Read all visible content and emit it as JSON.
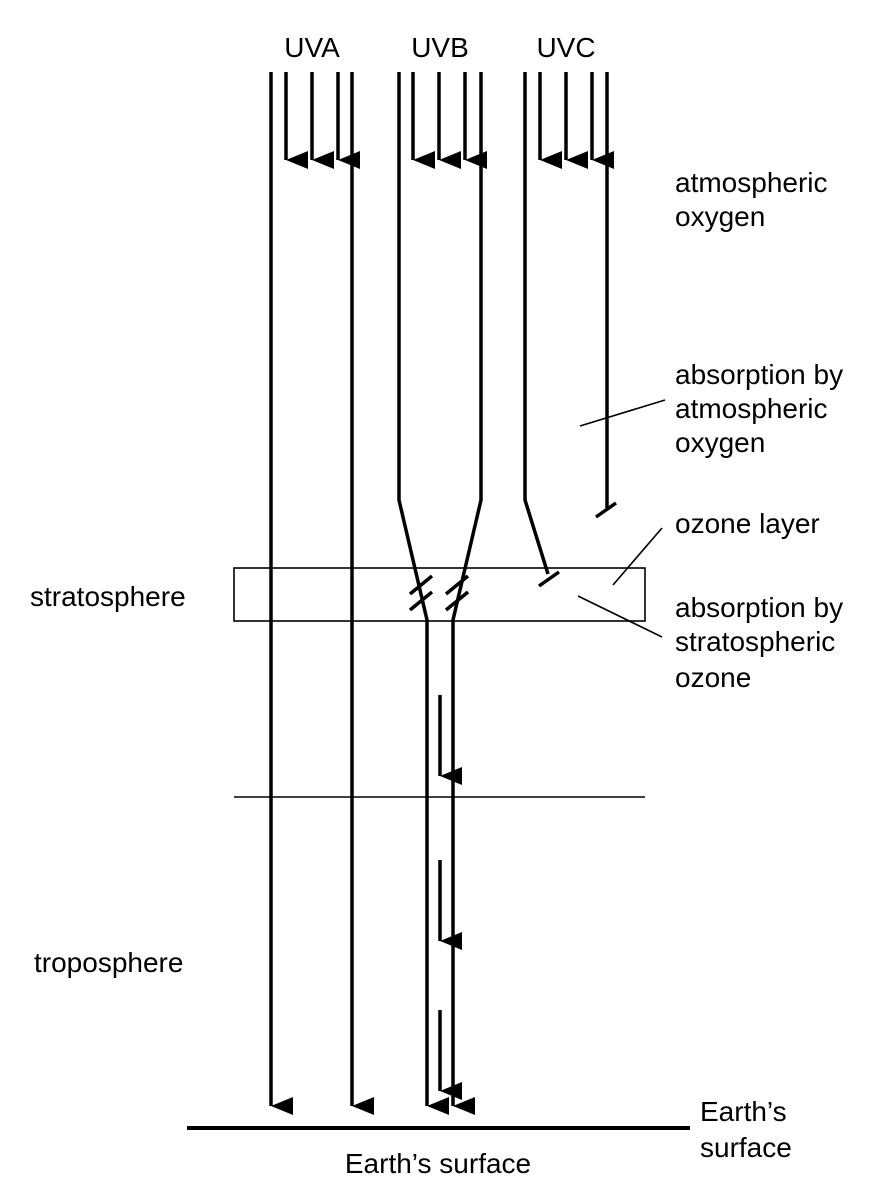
{
  "beams": {
    "uva": "UVA",
    "uvb": "UVB",
    "uvc": "UVC"
  },
  "annotations": {
    "atmospheric_oxygen": [
      "atmospheric",
      "oxygen"
    ],
    "absorption_oxygen": [
      "absorption by",
      "atmospheric",
      "oxygen"
    ],
    "ozone_layer": "ozone layer",
    "absorption_ozone": [
      "absorption by",
      "stratospheric",
      "ozone"
    ],
    "earths_surface_right": [
      "Earth’s",
      "surface"
    ]
  },
  "layers": {
    "stratosphere": "stratosphere",
    "troposphere": "troposphere",
    "earths_surface_bottom": "Earth’s surface"
  }
}
